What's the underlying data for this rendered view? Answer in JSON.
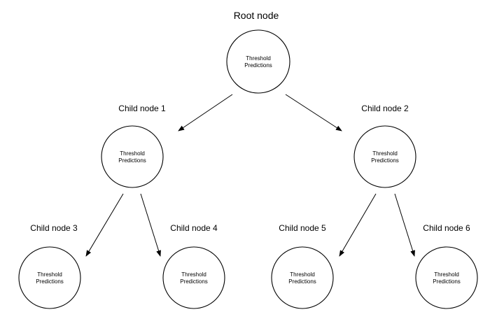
{
  "colors": {
    "background": "#ffffff",
    "stroke": "#000000",
    "text": "#000000"
  },
  "nodes": [
    {
      "id": "root",
      "title": "Root node",
      "line1": "Threshold",
      "line2": "Predictions"
    },
    {
      "id": "child1",
      "title": "Child node 1",
      "line1": "Threshold",
      "line2": "Predictions"
    },
    {
      "id": "child2",
      "title": "Child node 2",
      "line1": "Threshold",
      "line2": "Predictions"
    },
    {
      "id": "child3",
      "title": "Child node 3",
      "line1": "Threshold",
      "line2": "Predictions"
    },
    {
      "id": "child4",
      "title": "Child node 4",
      "line1": "Threshold",
      "line2": "Predictions"
    },
    {
      "id": "child5",
      "title": "Child node 5",
      "line1": "Threshold",
      "line2": "Predictions"
    },
    {
      "id": "child6",
      "title": "Child node 6",
      "line1": "Threshold",
      "line2": "Predictions"
    }
  ],
  "edges": [
    {
      "from": "root",
      "to": "child1"
    },
    {
      "from": "root",
      "to": "child2"
    },
    {
      "from": "child1",
      "to": "child3"
    },
    {
      "from": "child1",
      "to": "child4"
    },
    {
      "from": "child2",
      "to": "child5"
    },
    {
      "from": "child2",
      "to": "child6"
    }
  ]
}
